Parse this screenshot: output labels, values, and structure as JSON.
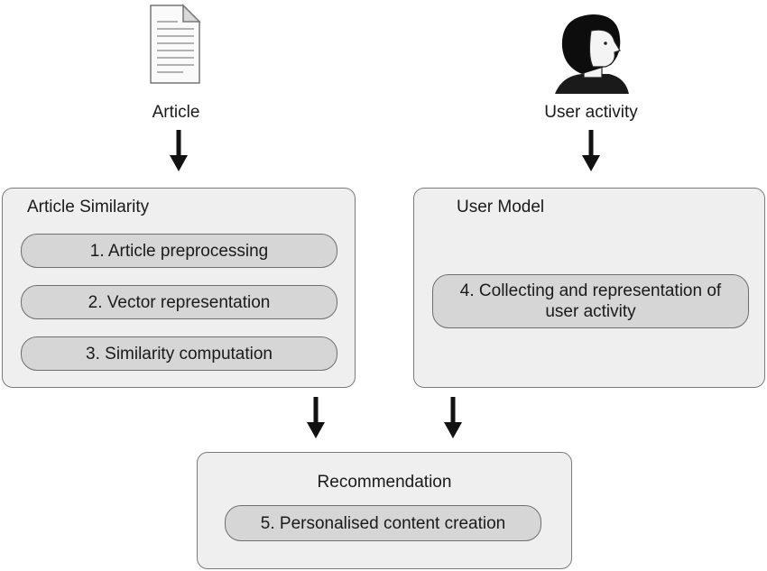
{
  "inputs": {
    "article": {
      "label": "Article",
      "icon": "document-icon"
    },
    "user_activity": {
      "label": "User activity",
      "icon": "user-head-icon"
    }
  },
  "panels": {
    "article_similarity": {
      "title": "Article Similarity",
      "steps": [
        "1. Article preprocessing",
        "2. Vector representation",
        "3. Similarity computation"
      ]
    },
    "user_model": {
      "title": "User Model",
      "steps": [
        "4. Collecting and representation of user activity"
      ]
    },
    "recommendation": {
      "title": "Recommendation",
      "steps": [
        "5. Personalised content creation"
      ]
    }
  },
  "colors": {
    "panel_fill": "#efefef",
    "step_fill": "#d6d6d6",
    "stroke": "#6e6e6e",
    "arrow": "#111111"
  }
}
